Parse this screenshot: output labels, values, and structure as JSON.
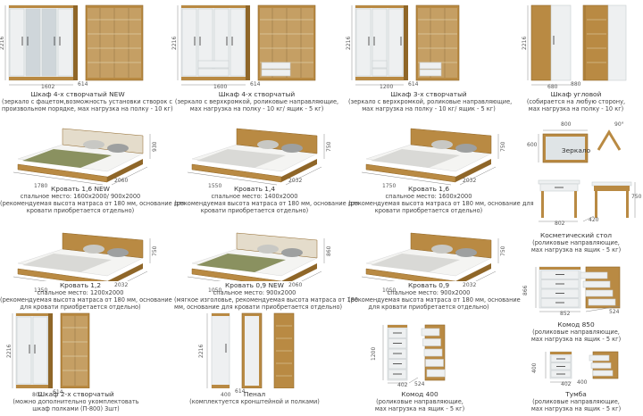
{
  "colors": {
    "oak": "#b98a43",
    "oak_dark": "#8f6628",
    "white_panel": "#eef0f1",
    "panel_edge": "#c9cdd0",
    "dim_line": "#888888",
    "text": "#444444"
  },
  "items": [
    {
      "id": "w4n",
      "title": "Шкаф 4-х створчатый NEW",
      "lines": [
        "(зеркало с фацетом,возможность установки створок с",
        "произвольном порядке, мах нагрузка на полку - 10 кг)"
      ],
      "dims": [
        "2216",
        "1602",
        "614"
      ]
    },
    {
      "id": "w4",
      "title": "Шкаф 4-х створчатый",
      "lines": [
        "(зеркало с верхкромкой, роликовые направляющие,",
        "мах нагрузка на полку - 10 кг/ ящик - 5 кг)"
      ],
      "dims": [
        "2216",
        "1600",
        "614"
      ]
    },
    {
      "id": "w3",
      "title": "Шкаф 3-х створчатый",
      "lines": [
        "(зеркало с верхкромкой, роликовые направляющие,",
        "мах нагрузка на полку - 10 кг/ ящик - 5 кг)"
      ],
      "dims": [
        "2216",
        "1200",
        "614"
      ]
    },
    {
      "id": "wc",
      "title": "Шкаф угловой",
      "lines": [
        "(собирается на любую сторону,",
        "мах нагрузка на полку - 10 кг)"
      ],
      "dims": [
        "2216",
        "680",
        "880"
      ]
    },
    {
      "id": "b16n",
      "title": "Кровать 1,6 NEW",
      "lines": [
        "спальное место: 1600х2000/ 900х2000",
        "(рекомендуемая высота матраса от 180 мм, основание для",
        "кровати приобретается отдельно)"
      ],
      "dims": [
        "1780",
        "2060",
        "930"
      ]
    },
    {
      "id": "b14",
      "title": "Кровать 1,4",
      "lines": [
        "спальное место: 1400х2000",
        "(рекомендуемая высота матраса от 180 мм, основание для",
        "кровати приобретается отдельно)"
      ],
      "dims": [
        "1550",
        "2032",
        "750"
      ]
    },
    {
      "id": "b16",
      "title": "Кровать 1,6",
      "lines": [
        "спальное место: 1600х2000",
        "(рекомендуемая высота матраса от 180 мм, основание для",
        "кровати приобретается отдельно)"
      ],
      "dims": [
        "1750",
        "2032",
        "750"
      ]
    },
    {
      "id": "mir",
      "title": "Зеркало",
      "lines": [],
      "dims": [
        "800",
        "600",
        "90°"
      ]
    },
    {
      "id": "table",
      "title": "Косметический стол",
      "lines": [
        "(роликовые направляющие,",
        "мах нагрузка на ящик - 5 кг)"
      ],
      "dims": [
        "802",
        "420",
        "750"
      ]
    },
    {
      "id": "b12",
      "title": "Кровать 1,2",
      "lines": [
        "спальное место: 1200х2000",
        "(рекомендуемая высота матраса от 180 мм, основание",
        "для кровати приобретается отдельно)"
      ],
      "dims": [
        "1350",
        "2032",
        "750"
      ]
    },
    {
      "id": "b09n",
      "title": "Кровать 0,9 NEW",
      "lines": [
        "спальное место: 900х2000",
        "(мягкое изголовье, рекомендуемая высота матраса от 180",
        "мм, основание для кровати приобретается отдельно)"
      ],
      "dims": [
        "1050",
        "2060",
        "860"
      ]
    },
    {
      "id": "b09",
      "title": "Кровать 0,9",
      "lines": [
        "спальное место: 900х2000",
        "(рекомендуемая высота матраса от 180 мм, основание",
        "для кровати приобретается отдельно)"
      ],
      "dims": [
        "1050",
        "2032",
        "750"
      ]
    },
    {
      "id": "k850",
      "title": "Комод 850",
      "lines": [
        "(роликовые направляющие,",
        "мах нагрузка на ящик - 5 кг)"
      ],
      "dims": [
        "866",
        "852",
        "524"
      ]
    },
    {
      "id": "w2",
      "title": "Шкаф 2-х створчатый",
      "lines": [
        "(можно дополнительно укомплектовать",
        "шкаф полками (П-800) 3шт)"
      ],
      "dims": [
        "2216",
        "802",
        "614"
      ]
    },
    {
      "id": "pen",
      "title": "Пенал",
      "lines": [
        "(комплектуется кронштейной и полками)"
      ],
      "dims": [
        "2216",
        "400",
        "614"
      ]
    },
    {
      "id": "k400",
      "title": "Комод 400",
      "lines": [
        "(роликовые направляющие,",
        "мах нагрузка на ящик - 5 кг)"
      ],
      "dims": [
        "1200",
        "402",
        "524"
      ]
    },
    {
      "id": "tumb",
      "title": "Тумба",
      "lines": [
        "(роликовые направляющие,",
        "мах нагрузка на ящик - 5 кг)"
      ],
      "dims": [
        "400",
        "402",
        "400"
      ]
    }
  ]
}
